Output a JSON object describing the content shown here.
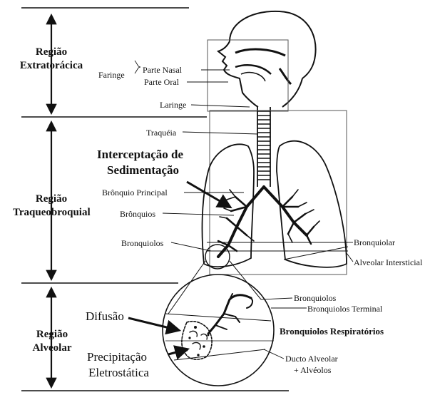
{
  "regions": {
    "extrathoracic": [
      "Região",
      "Extratorácica"
    ],
    "tracheobronchial": [
      "Região",
      "Traqueobroquial"
    ],
    "alveolar": [
      "Região",
      "Alveolar"
    ]
  },
  "labels": {
    "faringe": "Faringe",
    "parte_nasal": "Parte Nasal",
    "parte_oral": "Parte Oral",
    "laringe": "Laringe",
    "traqueia": "Traquéia",
    "interceptacao": "Interceptação de",
    "sedimentacao": "Sedimentação",
    "bronquio_principal": "Brônquio Principal",
    "bronquios": "Brônquios",
    "bronquiolos": "Bronquiolos",
    "bronquiolar": "Bronquiolar",
    "alveolar_intersticial": "Alveolar Intersticial",
    "bronquiolos_2": "Bronquiolos",
    "bronquiolos_terminal": "Bronquiolos Terminal",
    "bronquiolos_respiratorios": "Bronquiolos Respiratórios",
    "difusao": "Difusão",
    "precipitacao": "Precipitação",
    "eletrostatica": "Eletrostática",
    "ducto_alveolar": "Ducto Alveolar",
    "alveolos": "+ Alvéolos"
  },
  "colors": {
    "ink": "#111111",
    "background": "#ffffff"
  }
}
